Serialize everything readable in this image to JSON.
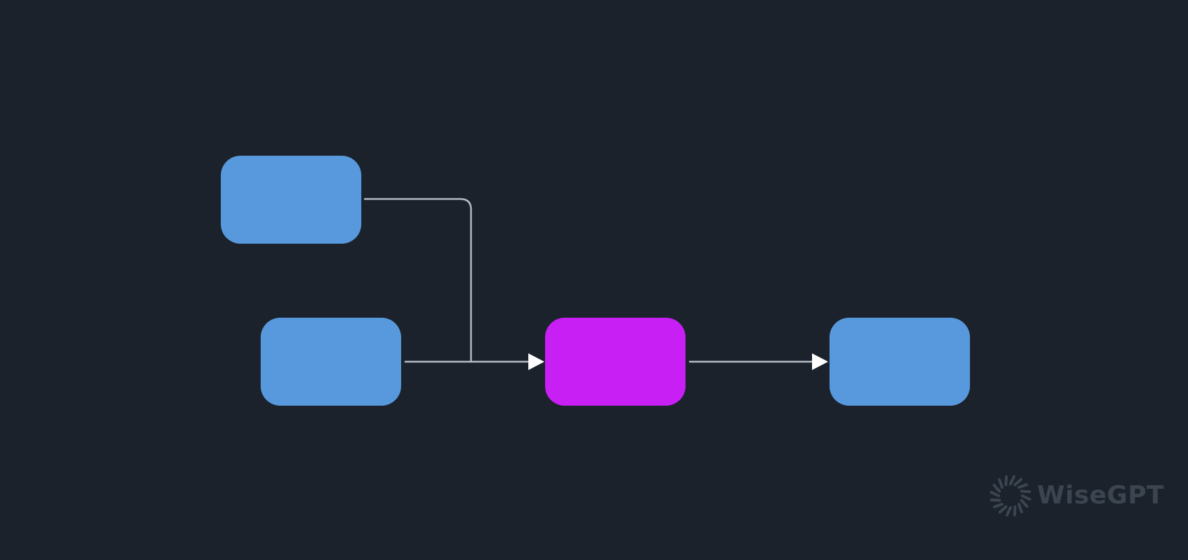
{
  "canvas": {
    "background": "#1b222c"
  },
  "nodes": [
    {
      "id": "source-top",
      "color": "#5799dc"
    },
    {
      "id": "source-bottom",
      "color": "#5799dc"
    },
    {
      "id": "center",
      "color": "#c81ff4"
    },
    {
      "id": "target",
      "color": "#5799dc"
    }
  ],
  "edges": [
    {
      "from": "source-top",
      "to": "center",
      "color": "#b7bcc3"
    },
    {
      "from": "source-bottom",
      "to": "center",
      "color": "#b7bcc3"
    },
    {
      "from": "center",
      "to": "target",
      "color": "#b7bcc3"
    }
  ],
  "arrowhead_color": "#ffffff",
  "watermark": {
    "icon": "wisegpt-logo-icon",
    "text": "WiseGPT",
    "color": "#3b444f"
  }
}
